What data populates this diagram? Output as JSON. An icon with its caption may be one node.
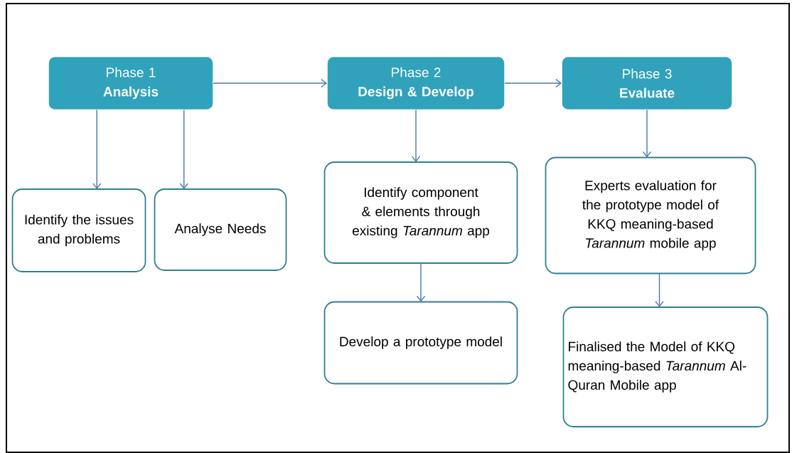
{
  "diagram": {
    "nodes": [
      {
        "text": [
          "Phase 1",
          "Analysis"
        ]
      },
      {
        "text": [
          "Phase 2",
          "Design & Develop"
        ]
      },
      {
        "text": [
          "Phase 3",
          "Evaluate"
        ]
      },
      {
        "text": [
          "Identify the issues and problems"
        ]
      },
      {
        "text": [
          "Analyse Needs"
        ]
      },
      {
        "text": [
          "Identify component & elements through existing *Tarannum* app"
        ]
      },
      {
        "text": [
          "Develop a prototype model"
        ]
      },
      {
        "text": [
          "Experts evaluation for the prototype model of KKQ meaning-based *Tarannum* mobile app"
        ]
      },
      {
        "text": [
          "Finalised the Model of KKQ meaning-based *Tarannum* Al-Quran Mobile app"
        ]
      }
    ],
    "edges": [
      {
        "from": 0,
        "to": 1,
        "arrow": "to"
      },
      {
        "from": 1,
        "to": 2,
        "arrow": "to"
      },
      {
        "from": 0,
        "to": 3,
        "arrow": "to"
      },
      {
        "from": 0,
        "to": 4,
        "arrow": "to"
      },
      {
        "from": 1,
        "to": 5,
        "arrow": "to"
      },
      {
        "from": 5,
        "to": 6,
        "arrow": "to"
      },
      {
        "from": 2,
        "to": 7,
        "arrow": "to"
      },
      {
        "from": 7,
        "to": 8,
        "arrow": "to"
      }
    ]
  }
}
